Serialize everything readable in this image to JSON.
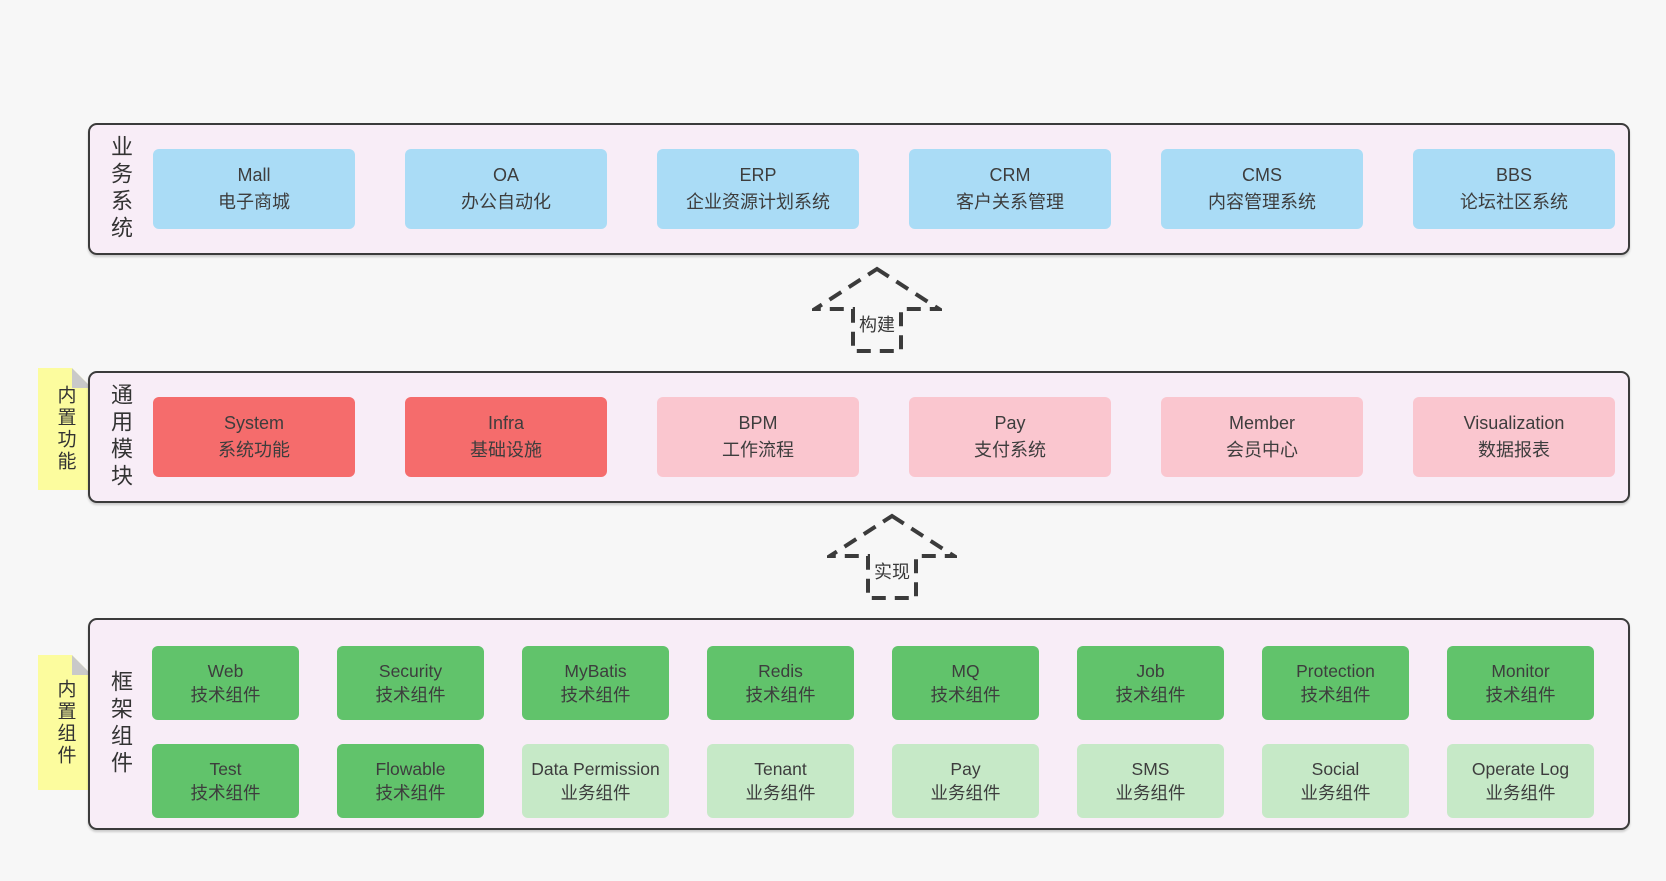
{
  "colors": {
    "page-bg": "#f7f7f7",
    "band-fill": "#f8edf7",
    "band-border": "#3b3b3b",
    "text": "#3d3d3d",
    "blue": "#aadcf6",
    "red": "#f56c6c",
    "pink": "#fac6cf",
    "green": "#61c36b",
    "green-light": "#c6e9c7",
    "yellow": "#fcfc9e",
    "fold": "#c9c9c9"
  },
  "arrows": [
    {
      "label": "构建"
    },
    {
      "label": "实现"
    }
  ],
  "bands": [
    {
      "label": "业务系统",
      "boxes": [
        {
          "title": "Mall",
          "subtitle": "电子商城",
          "variant": "blue"
        },
        {
          "title": "OA",
          "subtitle": "办公自动化",
          "variant": "blue"
        },
        {
          "title": "ERP",
          "subtitle": "企业资源计划系统",
          "variant": "blue"
        },
        {
          "title": "CRM",
          "subtitle": "客户关系管理",
          "variant": "blue"
        },
        {
          "title": "CMS",
          "subtitle": "内容管理系统",
          "variant": "blue"
        },
        {
          "title": "BBS",
          "subtitle": "论坛社区系统",
          "variant": "blue"
        }
      ]
    },
    {
      "label": "通用模块",
      "sticky": "内置功能",
      "boxes": [
        {
          "title": "System",
          "subtitle": "系统功能",
          "variant": "red"
        },
        {
          "title": "Infra",
          "subtitle": "基础设施",
          "variant": "red"
        },
        {
          "title": "BPM",
          "subtitle": "工作流程",
          "variant": "pink"
        },
        {
          "title": "Pay",
          "subtitle": "支付系统",
          "variant": "pink"
        },
        {
          "title": "Member",
          "subtitle": "会员中心",
          "variant": "pink"
        },
        {
          "title": "Visualization",
          "subtitle": "数据报表",
          "variant": "pink"
        }
      ]
    },
    {
      "label": "框架组件",
      "sticky": "内置组件",
      "rows": [
        [
          {
            "title": "Web",
            "subtitle": "技术组件",
            "variant": "green"
          },
          {
            "title": "Security",
            "subtitle": "技术组件",
            "variant": "green"
          },
          {
            "title": "MyBatis",
            "subtitle": "技术组件",
            "variant": "green"
          },
          {
            "title": "Redis",
            "subtitle": "技术组件",
            "variant": "green"
          },
          {
            "title": "MQ",
            "subtitle": "技术组件",
            "variant": "green"
          },
          {
            "title": "Job",
            "subtitle": "技术组件",
            "variant": "green"
          },
          {
            "title": "Protection",
            "subtitle": "技术组件",
            "variant": "green"
          },
          {
            "title": "Monitor",
            "subtitle": "技术组件",
            "variant": "green"
          }
        ],
        [
          {
            "title": "Test",
            "subtitle": "技术组件",
            "variant": "green"
          },
          {
            "title": "Flowable",
            "subtitle": "技术组件",
            "variant": "green"
          },
          {
            "title": "Data Permission",
            "subtitle": "业务组件",
            "variant": "green-light"
          },
          {
            "title": "Tenant",
            "subtitle": "业务组件",
            "variant": "green-light"
          },
          {
            "title": "Pay",
            "subtitle": "业务组件",
            "variant": "green-light"
          },
          {
            "title": "SMS",
            "subtitle": "业务组件",
            "variant": "green-light"
          },
          {
            "title": "Social",
            "subtitle": "业务组件",
            "variant": "green-light"
          },
          {
            "title": "Operate Log",
            "subtitle": "业务组件",
            "variant": "green-light"
          }
        ]
      ]
    }
  ]
}
